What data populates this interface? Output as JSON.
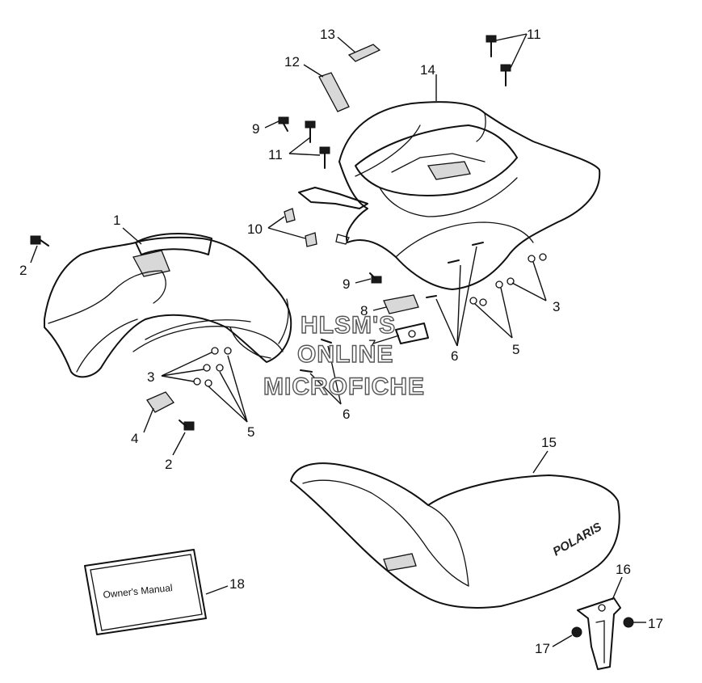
{
  "watermark": {
    "line1": "HLSM'S",
    "line2": "ONLINE",
    "line3": "MICROFICHE"
  },
  "manual_label": "Owner's Manual",
  "seat_brand": "POLARIS",
  "callouts": [
    "1",
    "2",
    "2",
    "3",
    "3",
    "4",
    "5",
    "5",
    "6",
    "6",
    "7",
    "8",
    "9",
    "9",
    "10",
    "11",
    "11",
    "12",
    "13",
    "14",
    "15",
    "16",
    "17",
    "17",
    "18"
  ]
}
